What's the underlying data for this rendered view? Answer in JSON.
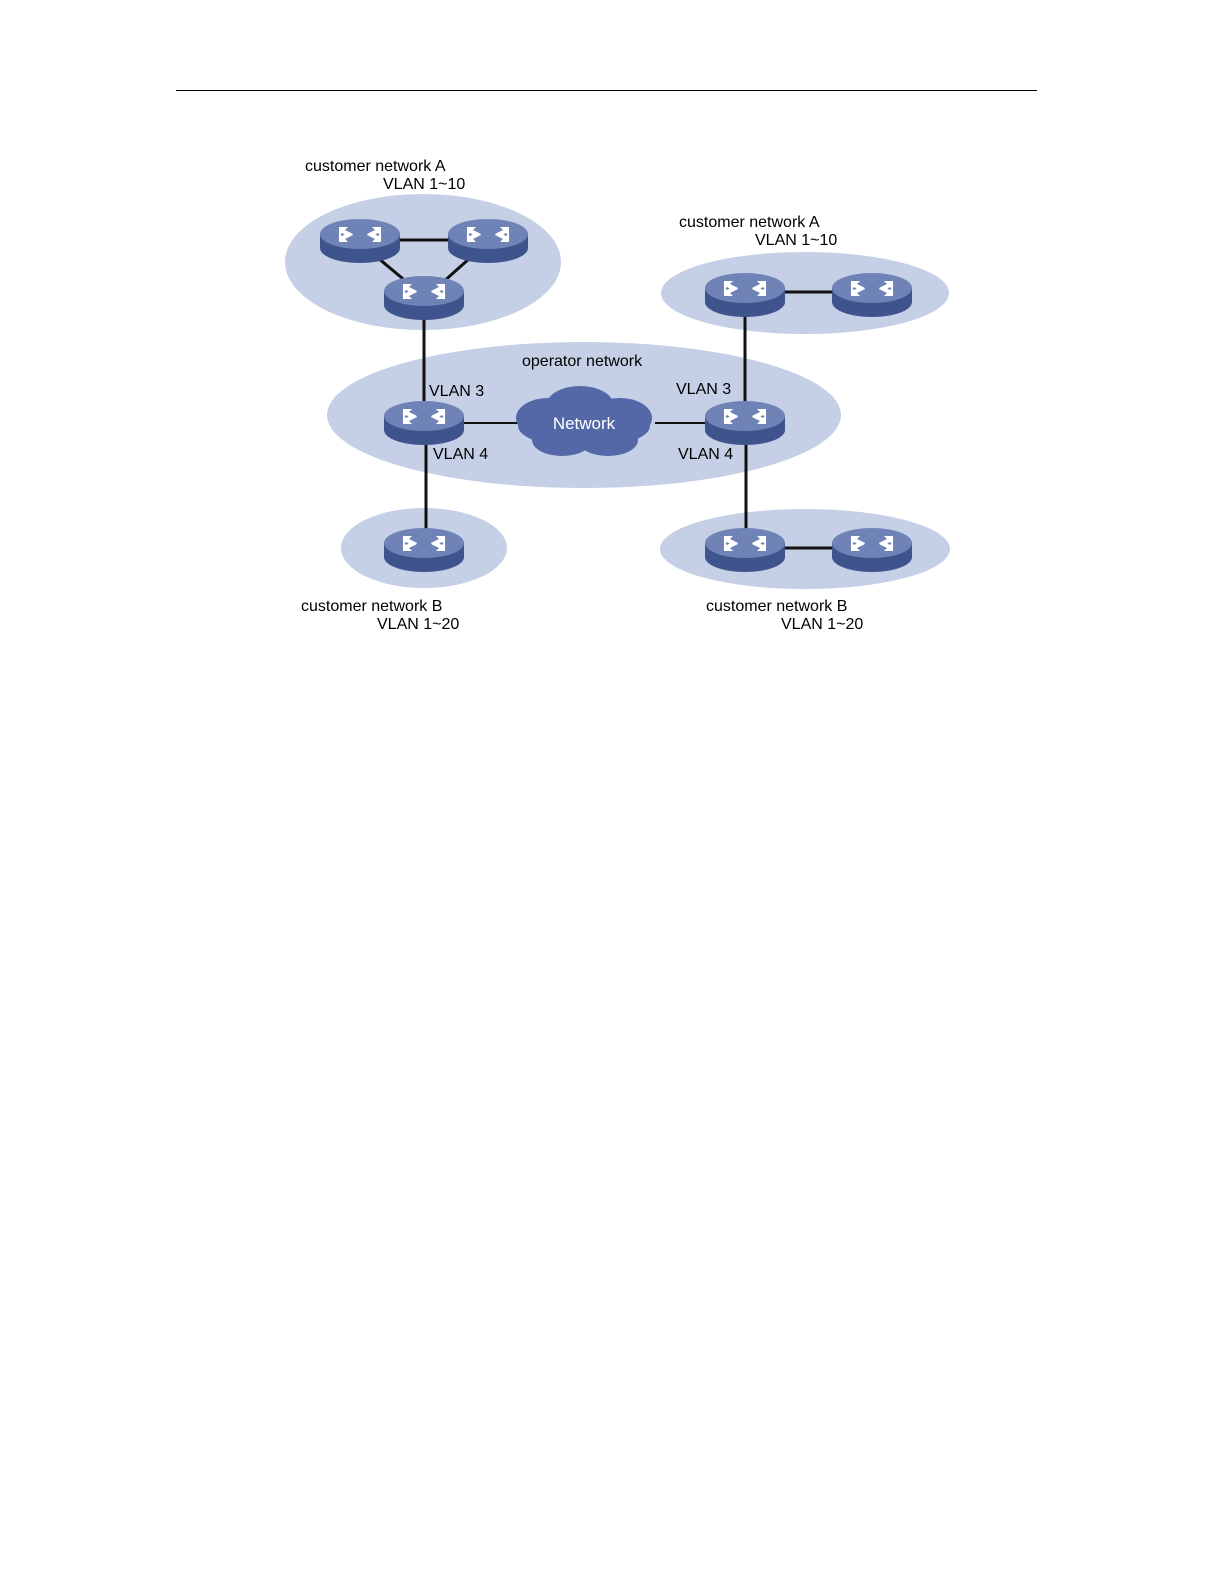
{
  "diagram": {
    "labels": {
      "cust_a_left_name": "customer network A",
      "cust_a_left_vlan": "VLAN 1~10",
      "cust_a_right_name": "customer network A",
      "cust_a_right_vlan": "VLAN 1~10",
      "operator": "operator network",
      "cloud": "Network",
      "left_vlan3": "VLAN 3",
      "left_vlan4": "VLAN 4",
      "right_vlan3": "VLAN 3",
      "right_vlan4": "VLAN 4",
      "cust_b_left_name": "customer network B",
      "cust_b_left_vlan": "VLAN 1~20",
      "cust_b_right_name": "customer network B",
      "cust_b_right_vlan": "VLAN 1~20"
    },
    "colors": {
      "region": "#c5cfe6",
      "device_top": "#6f83b6",
      "device_side": "#3f548c",
      "cloud": "#5468a8"
    }
  }
}
